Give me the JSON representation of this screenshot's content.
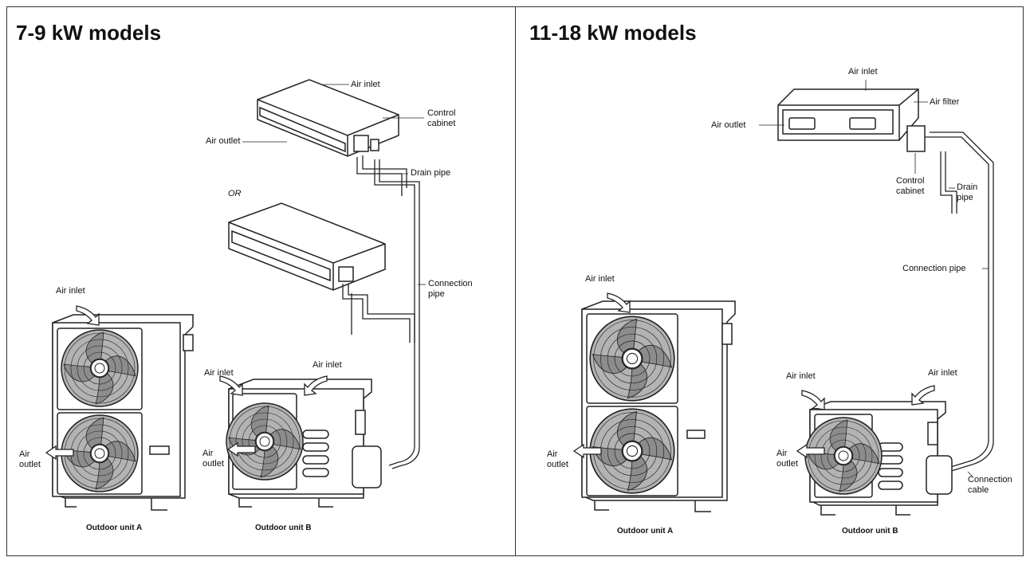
{
  "left_panel": {
    "title": "7-9 kW models",
    "labels": {
      "air_inlet_top": "Air inlet",
      "control_cabinet_1": "Control",
      "control_cabinet_2": "cabinet",
      "air_outlet_indoor": "Air outlet",
      "drain_pipe": "Drain pipe",
      "or": "OR",
      "connection_pipe_1": "Connection",
      "connection_pipe_2": "pipe",
      "air_inlet_a": "Air inlet",
      "air_inlet_b_left": "Air inlet",
      "air_inlet_b_right": "Air inlet",
      "air_outlet_a_1": "Air",
      "air_outlet_a_2": "outlet",
      "air_outlet_b_1": "Air",
      "air_outlet_b_2": "outlet",
      "outdoor_a": "Outdoor unit A",
      "outdoor_b": "Outdoor unit B"
    }
  },
  "right_panel": {
    "title": "11-18 kW models",
    "labels": {
      "air_inlet_top": "Air inlet",
      "air_filter": "Air filter",
      "air_outlet_indoor": "Air outlet",
      "control_cabinet_1": "Control",
      "control_cabinet_2": "cabinet",
      "drain_pipe_1": "Drain",
      "drain_pipe_2": "pipe",
      "connection_pipe": "Connection pipe",
      "air_inlet_a": "Air inlet",
      "air_inlet_b_left": "Air inlet",
      "air_inlet_b_right": "Air inlet",
      "air_outlet_a_1": "Air",
      "air_outlet_a_2": "outlet",
      "air_outlet_b_1": "Air",
      "air_outlet_b_2": "outlet",
      "connection_cable_1": "Connection",
      "connection_cable_2": "cable",
      "outdoor_a": "Outdoor unit A",
      "outdoor_b": "Outdoor unit B"
    }
  },
  "colors": {
    "line": "#222222",
    "fan_fill": "#a9a9a9",
    "fan_dark": "#777777",
    "panel_border": "#333333"
  }
}
